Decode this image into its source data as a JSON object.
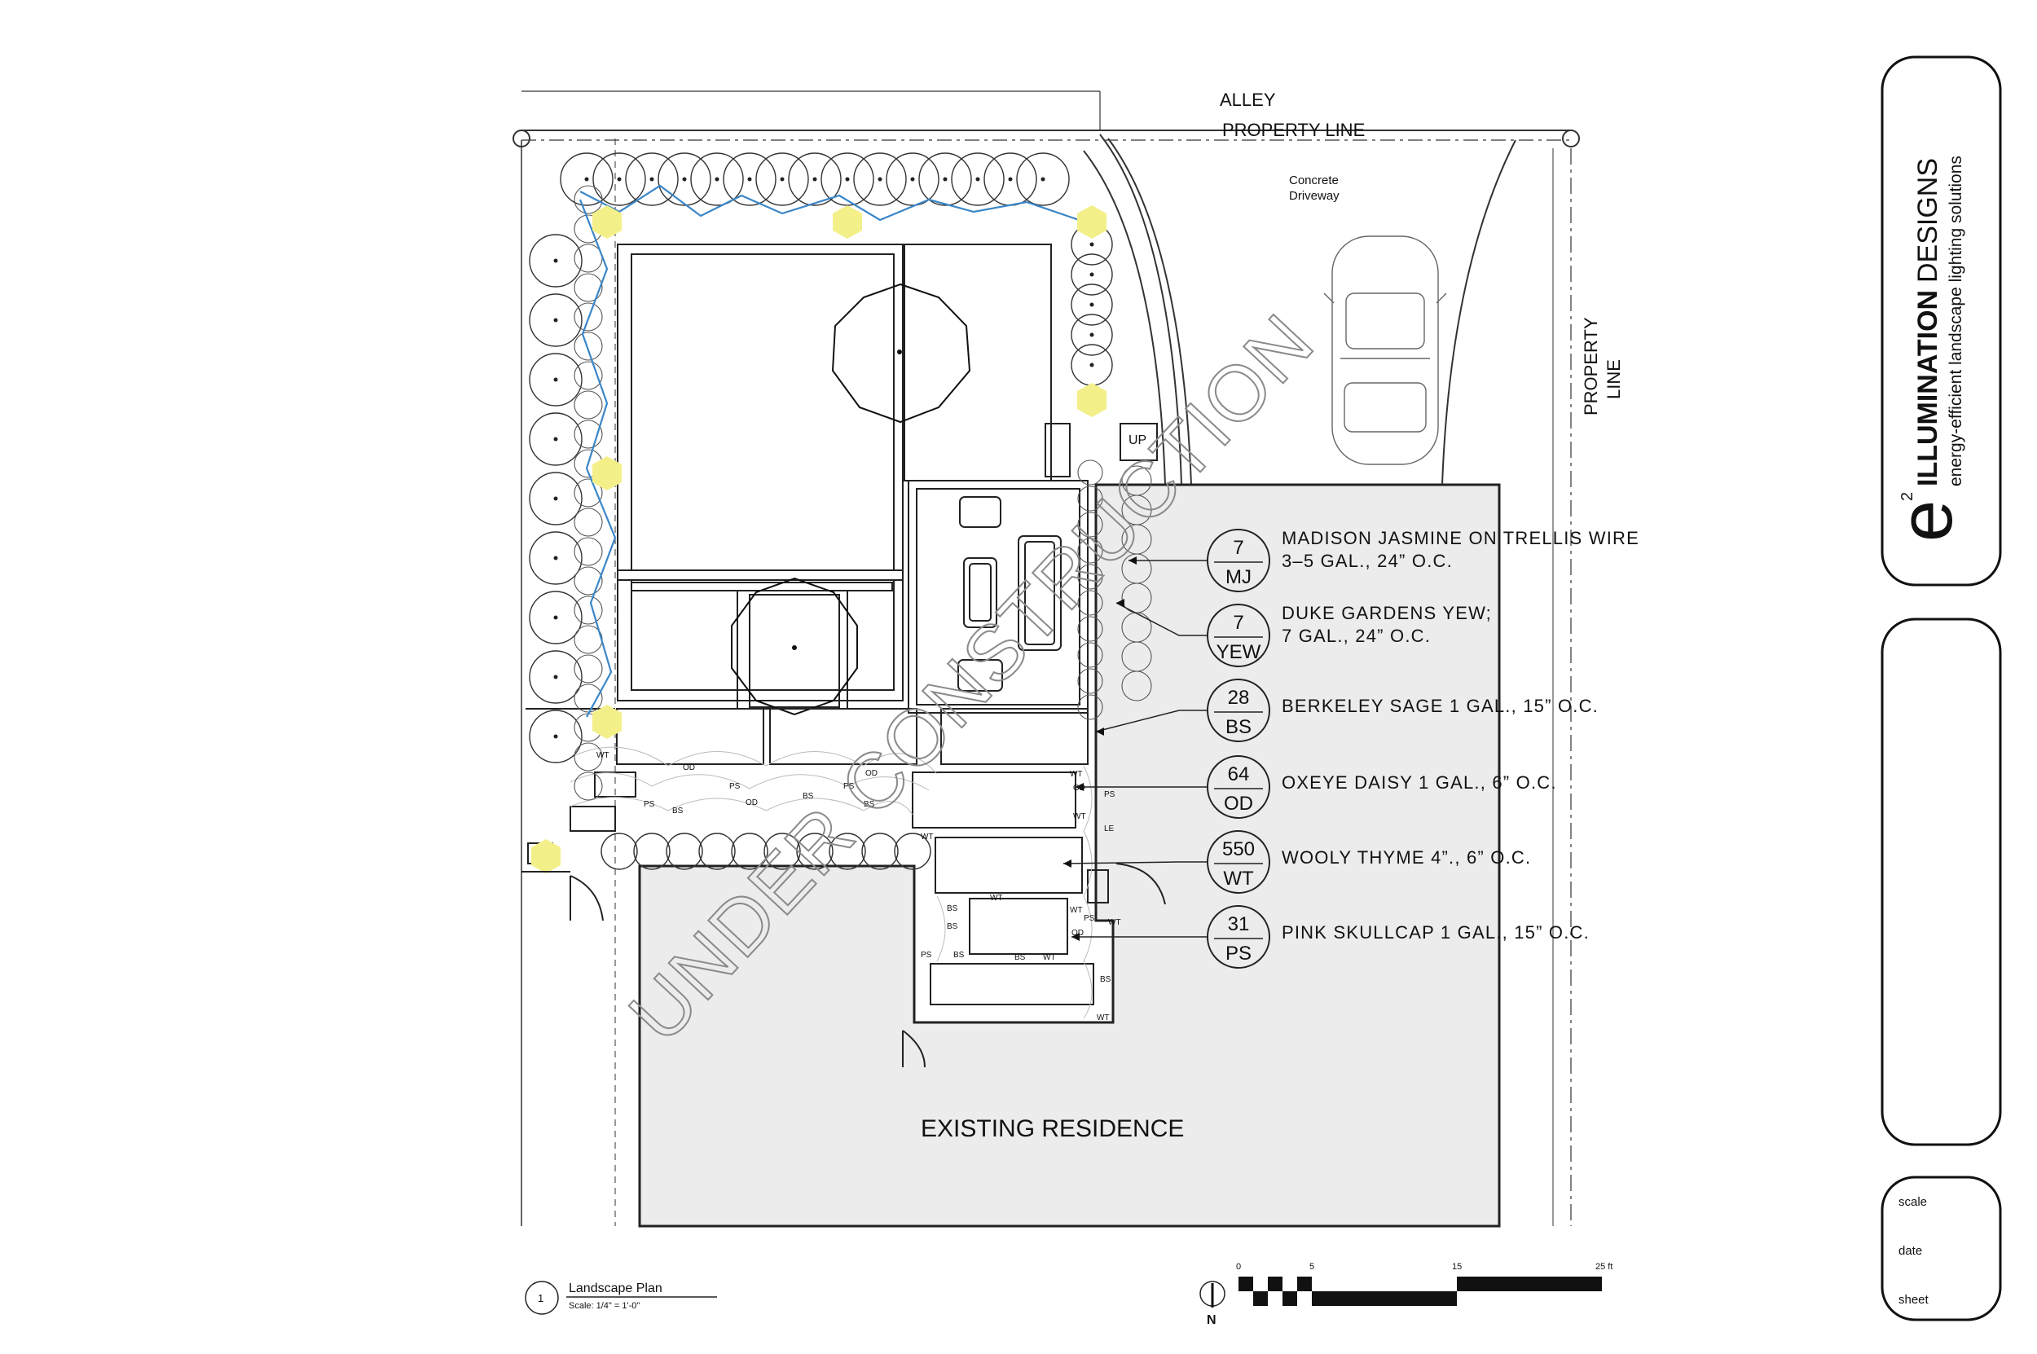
{
  "site": {
    "alley_label": "ALLEY",
    "property_line_top": "PROPERTY LINE",
    "property_line_right_1": "PROPERTY",
    "property_line_right_2": "LINE",
    "driveway_1": "Concrete",
    "driveway_2": "Driveway",
    "up_label": "UP",
    "residence_label": "EXISTING RESIDENCE",
    "watermark": "UNDER CONSTRUCTION"
  },
  "plant_tags": [
    {
      "code": "WT"
    },
    {
      "code": "OD"
    },
    {
      "code": "PS"
    },
    {
      "code": "BS"
    },
    {
      "code": "OD"
    },
    {
      "code": "BS"
    },
    {
      "code": "PS"
    },
    {
      "code": "OD"
    },
    {
      "code": "PS"
    },
    {
      "code": "BS"
    },
    {
      "code": "WT"
    },
    {
      "code": "OD"
    },
    {
      "code": "WT"
    },
    {
      "code": "PS"
    },
    {
      "code": "LE"
    },
    {
      "code": "WT"
    },
    {
      "code": "BS"
    },
    {
      "code": "WT"
    },
    {
      "code": "WT"
    },
    {
      "code": "BS"
    },
    {
      "code": "PS"
    },
    {
      "code": "BS"
    },
    {
      "code": "WT"
    },
    {
      "code": "OD"
    },
    {
      "code": "PS"
    },
    {
      "code": "WT"
    },
    {
      "code": "BS"
    },
    {
      "code": "WT"
    },
    {
      "code": "BS"
    }
  ],
  "legend": [
    {
      "qty": "7",
      "code": "MJ",
      "line1": "MADISON JASMINE ON TRELLIS WIRE",
      "line2": "3–5 GAL., 24” O.C."
    },
    {
      "qty": "7",
      "code": "YEW",
      "line1": "DUKE GARDENS YEW;",
      "line2": "7 GAL., 24” O.C."
    },
    {
      "qty": "28",
      "code": "BS",
      "line1": "BERKELEY SAGE 1 GAL., 15” O.C.",
      "line2": ""
    },
    {
      "qty": "64",
      "code": "OD",
      "line1": "OXEYE DAISY 1 GAL., 6” O.C.",
      "line2": ""
    },
    {
      "qty": "550",
      "code": "WT",
      "line1": "WOOLY THYME 4”., 6” O.C.",
      "line2": ""
    },
    {
      "qty": "31",
      "code": "PS",
      "line1": "PINK SKULLCAP 1 GAL., 15” O.C.",
      "line2": ""
    }
  ],
  "drawing_title": {
    "number": "1",
    "title": "Landscape Plan",
    "scale": "Scale: 1/4\" = 1'-0\""
  },
  "scale_bar": {
    "ticks": [
      "0",
      "5",
      "15",
      "25 ft"
    ],
    "north": "N"
  },
  "title_block": {
    "logo_letter": "e",
    "logo_superscript": "2",
    "brand_bold": "ILLUMINATION",
    "brand_light": "DESIGNS",
    "tagline": "energy-efficient landscape lighting solutions",
    "fields": {
      "scale": "scale",
      "date": "date",
      "sheet": "sheet"
    }
  },
  "colors": {
    "highlight": "#f3f08a",
    "irrigation": "#3a86c8",
    "residence_fill": "#ececec",
    "linework": "#222222",
    "watermark": "#8a8a8a"
  }
}
